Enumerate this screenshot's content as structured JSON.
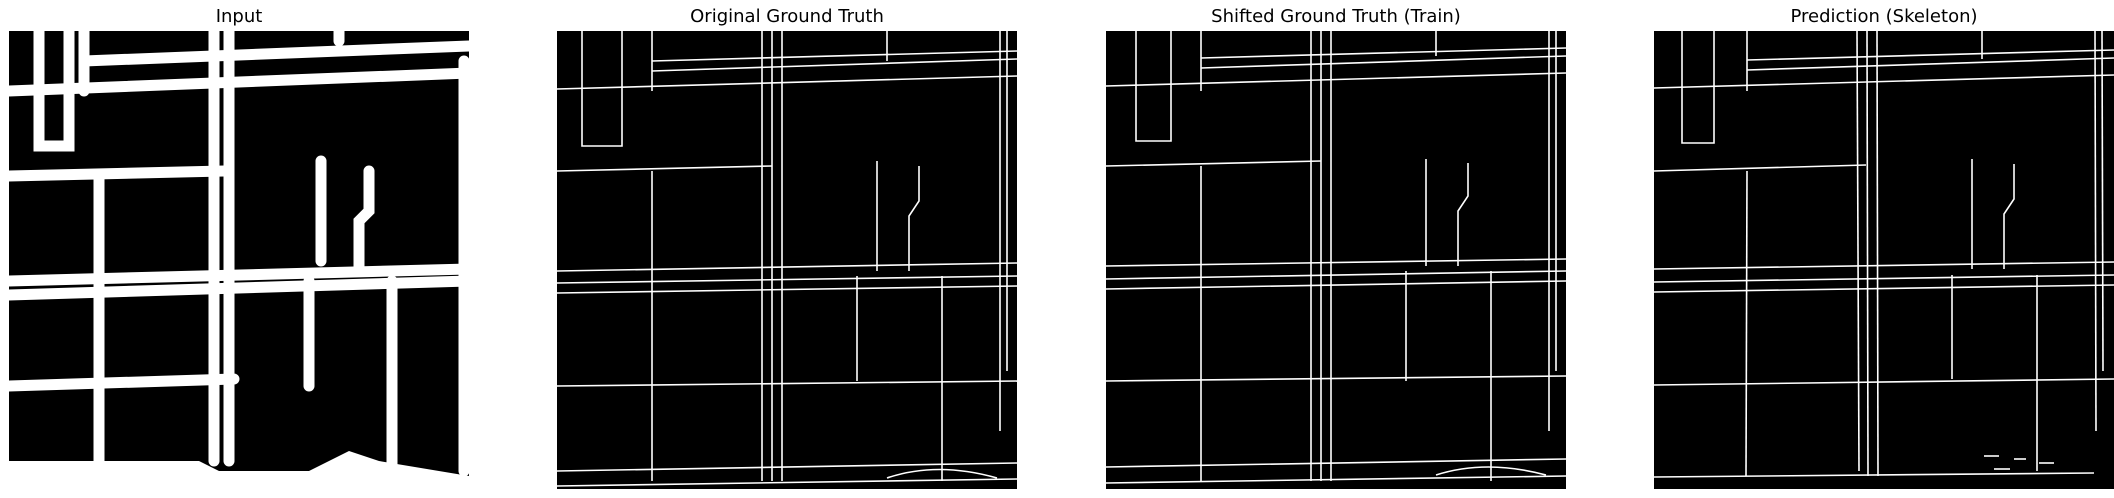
{
  "panels": [
    {
      "title": "Input",
      "style": "thick-blurred",
      "image": "input-mask-image"
    },
    {
      "title": "Original Ground Truth",
      "style": "thin",
      "image": "original-ground-truth-image"
    },
    {
      "title": "Shifted Ground Truth (Train)",
      "style": "thin",
      "image": "shifted-ground-truth-image"
    },
    {
      "title": "Prediction (Skeleton)",
      "style": "thin",
      "image": "prediction-skeleton-image"
    }
  ],
  "colors": {
    "background": "#000000",
    "foreground": "#ffffff",
    "page": "#ffffff"
  }
}
